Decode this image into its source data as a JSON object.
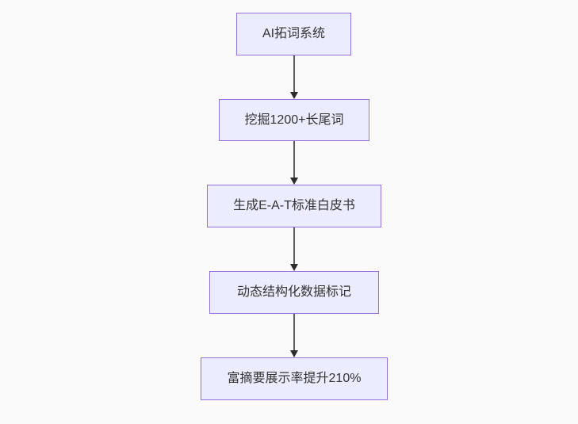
{
  "diagram": {
    "type": "flowchart",
    "direction": "top-down",
    "nodes": [
      {
        "id": "n1",
        "label": "AI拓词系统"
      },
      {
        "id": "n2",
        "label": "挖掘1200+长尾词"
      },
      {
        "id": "n3",
        "label": "生成E-A-T标准白皮书"
      },
      {
        "id": "n4",
        "label": "动态结构化数据标记"
      },
      {
        "id": "n5",
        "label": "富摘要展示率提升210%"
      }
    ],
    "edges": [
      {
        "from": "n1",
        "to": "n2",
        "arrow": "down"
      },
      {
        "from": "n2",
        "to": "n3",
        "arrow": "down"
      },
      {
        "from": "n3",
        "to": "n4",
        "arrow": "down"
      },
      {
        "from": "n4",
        "to": "n5",
        "arrow": "down"
      }
    ],
    "colors": {
      "background": "#fafafa",
      "node_fill": "#ececff",
      "node_border": "#9370db",
      "node_text": "#333333",
      "edge_line": "#5b5b5b",
      "arrow_head": "#2b2b2b"
    }
  }
}
